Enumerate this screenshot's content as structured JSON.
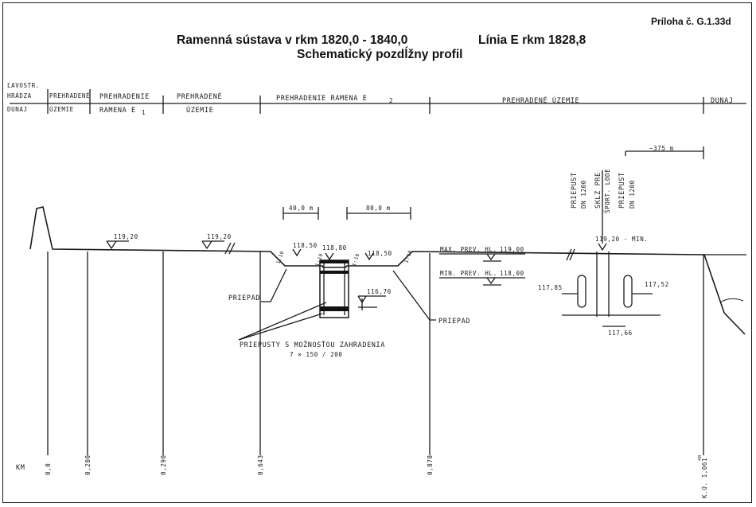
{
  "attachment": "Príloha č. G.1.33d",
  "title_main": "Ramenná sústava v rkm 1820,0 - 1840,0",
  "title_line": "Línia E  rkm 1828,8",
  "subtitle": "Schematický pozdĺžny profil",
  "sections": {
    "lavostr_1": "ĽAVOSTR.",
    "lavostr_2": "HRÁDZA",
    "lavostr_3": "DUNAJ",
    "prehradene_1": "PREHRADENÉ",
    "prehradene_2": "ÚZEMIE",
    "ramena_e1_1": "PREHRADENIE",
    "ramena_e1_2": "RAMENA E",
    "ramena_e1_sub": "1",
    "uzemie_1": "PREHRADENÉ",
    "uzemie_2": "ÚZEMIE",
    "ramena_e2": "PREHRADENIE  RAMENA  E",
    "ramena_e2_sub": "2",
    "uzemie_wide": "PREHRADENÉ  ÚZEMIE",
    "dunaj_right": "DUNAJ"
  },
  "elevations": {
    "e1": "119,20",
    "e2": "119,20",
    "e3": "118,50",
    "e4": "118,80",
    "e5": "118,50",
    "e6": "116,70",
    "max_label": "MAX. PREV. HL.",
    "max_val": "119,00",
    "min_label": "MIN. PREV. HL.",
    "min_val": "118,00",
    "min_right": "119,20 - MIN.",
    "left_pipe": "117,85",
    "right_pipe": "117,52",
    "bottom_pipe": "117,66"
  },
  "dimensions": {
    "d40": "40,0 m",
    "d80": "80,0 m",
    "d375": "~375 m",
    "slope1": "1:10",
    "slope2": "1:10",
    "slope3": "1:10",
    "slope4": "1:10"
  },
  "labels": {
    "priepad_left": "PRIEPAD",
    "priepad_right": "PRIEPAD",
    "priepusty": "PRIEPUSTY  S  MOŽNOSŤOU  ZAHRADENIA",
    "priepusty_sub": "7 × 150 / 200",
    "v1_1": "PRIEPUST",
    "v1_2": "DN 1200",
    "v2_1": "SKLZ  PRE",
    "v2_2": "ŠPORT. LODE",
    "v3_1": "PRIEPUST",
    "v3_2": "DN 1200"
  },
  "chainage": {
    "km_label": "KM",
    "k1": "0,0",
    "k2": "0,200",
    "k3": "0,290",
    "k4": "0,643",
    "k5": "0,878",
    "k6": "K.Ú. 1,061",
    "k6_sup": "40"
  }
}
